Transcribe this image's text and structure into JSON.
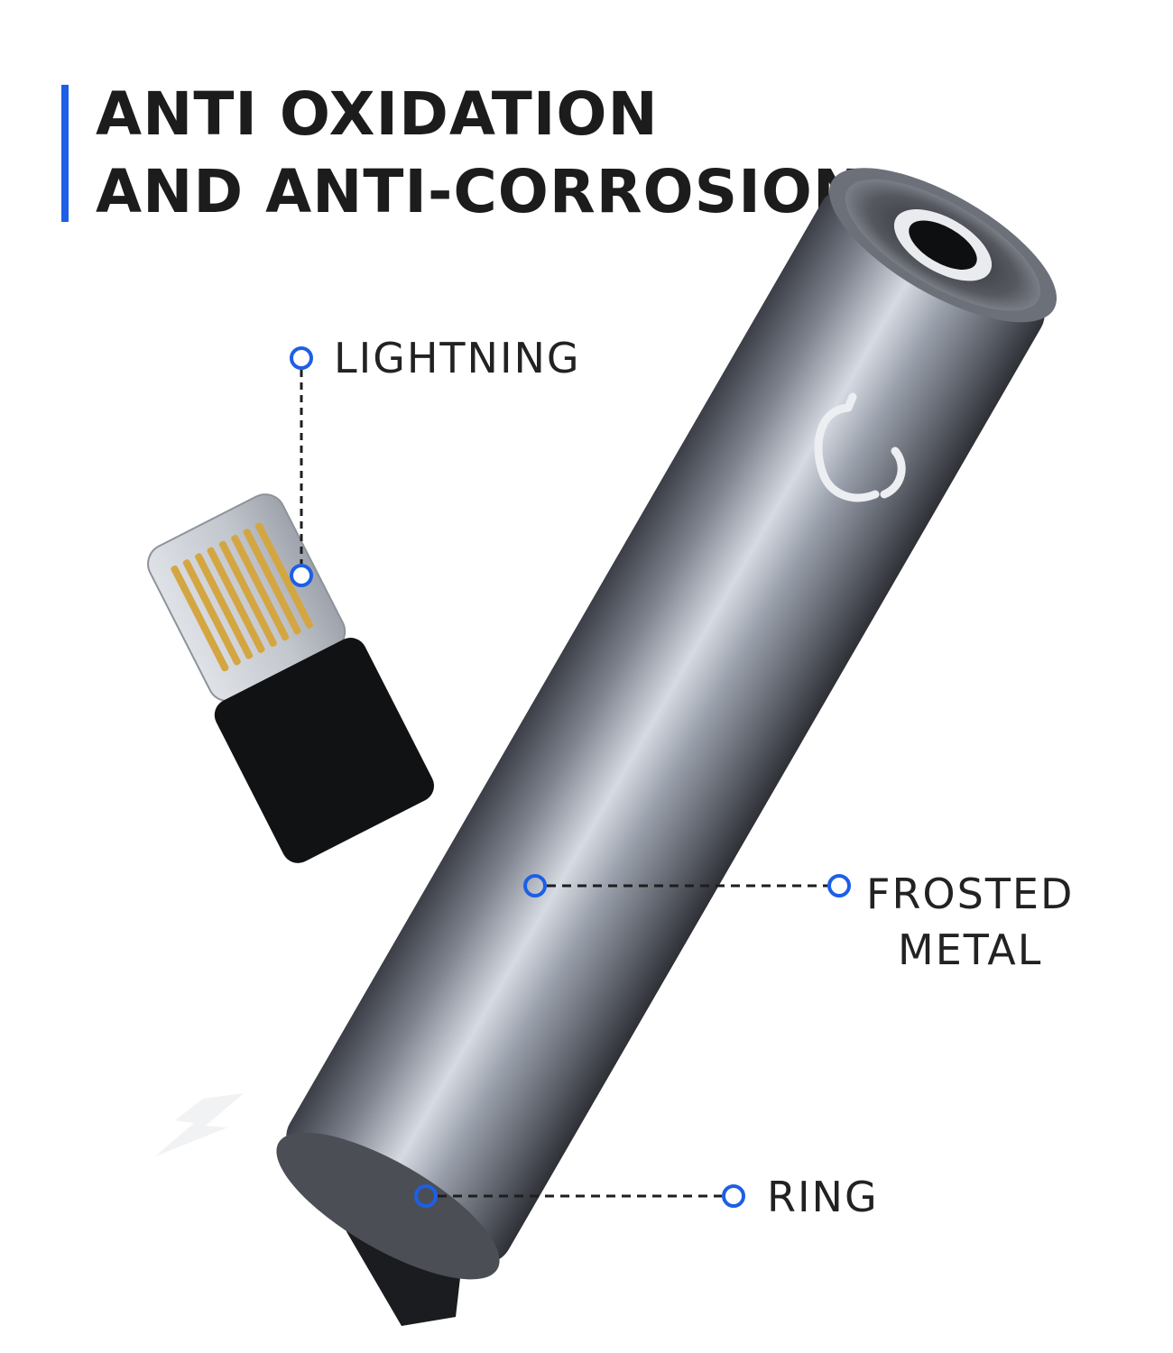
{
  "heading": {
    "line1": "ANTI OXIDATION",
    "line2": "AND ANTI-CORROSION"
  },
  "callouts": {
    "lightning": "LIGHTNING",
    "frosted_line1": "FROSTED",
    "frosted_line2": "METAL",
    "ring": "RING"
  },
  "colors": {
    "accent": "#1d5fe6",
    "text": "#1c1c1c",
    "metal": "#8a8f99",
    "connector_gold": "#d4a642"
  }
}
